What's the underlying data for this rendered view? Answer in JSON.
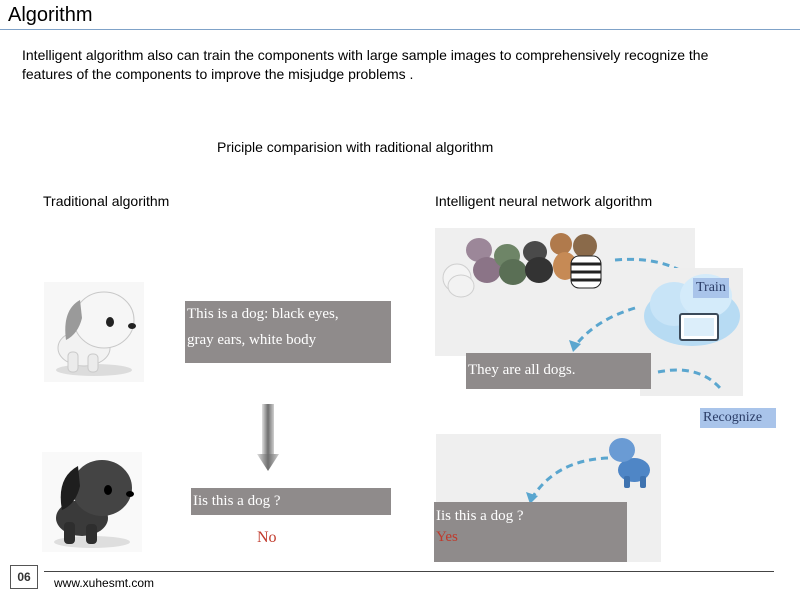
{
  "header": {
    "title": "Algorithm"
  },
  "intro": "Intelligent algorithm also can train the components with large sample images to comprehensively recognize the features of the components to  improve the misjudge problems .",
  "subtitle": "Priciple comparision with raditional algorithm",
  "traditional": {
    "title": "Traditional algorithm",
    "definition_line1": "This is a dog: black eyes,",
    "definition_line2": "gray ears, white body",
    "question": "Iis this a dog ?",
    "answer": "No"
  },
  "neural": {
    "title": "Intelligent neural network algorithm",
    "train_label": "Train",
    "train_caption": "They are all dogs.",
    "recognize_label": "Recognize",
    "question": "Iis this a dog ?",
    "answer": "Yes"
  },
  "footer": {
    "page_number": "06",
    "url": "www.xuhesmt.com"
  },
  "colors": {
    "accent_rule": "#7fa2c8",
    "gray_box": "#8f8b8b",
    "answer_red": "#c0392b",
    "label_blue": "#a9c4ea",
    "arrow_blue": "#5aa6cf"
  }
}
